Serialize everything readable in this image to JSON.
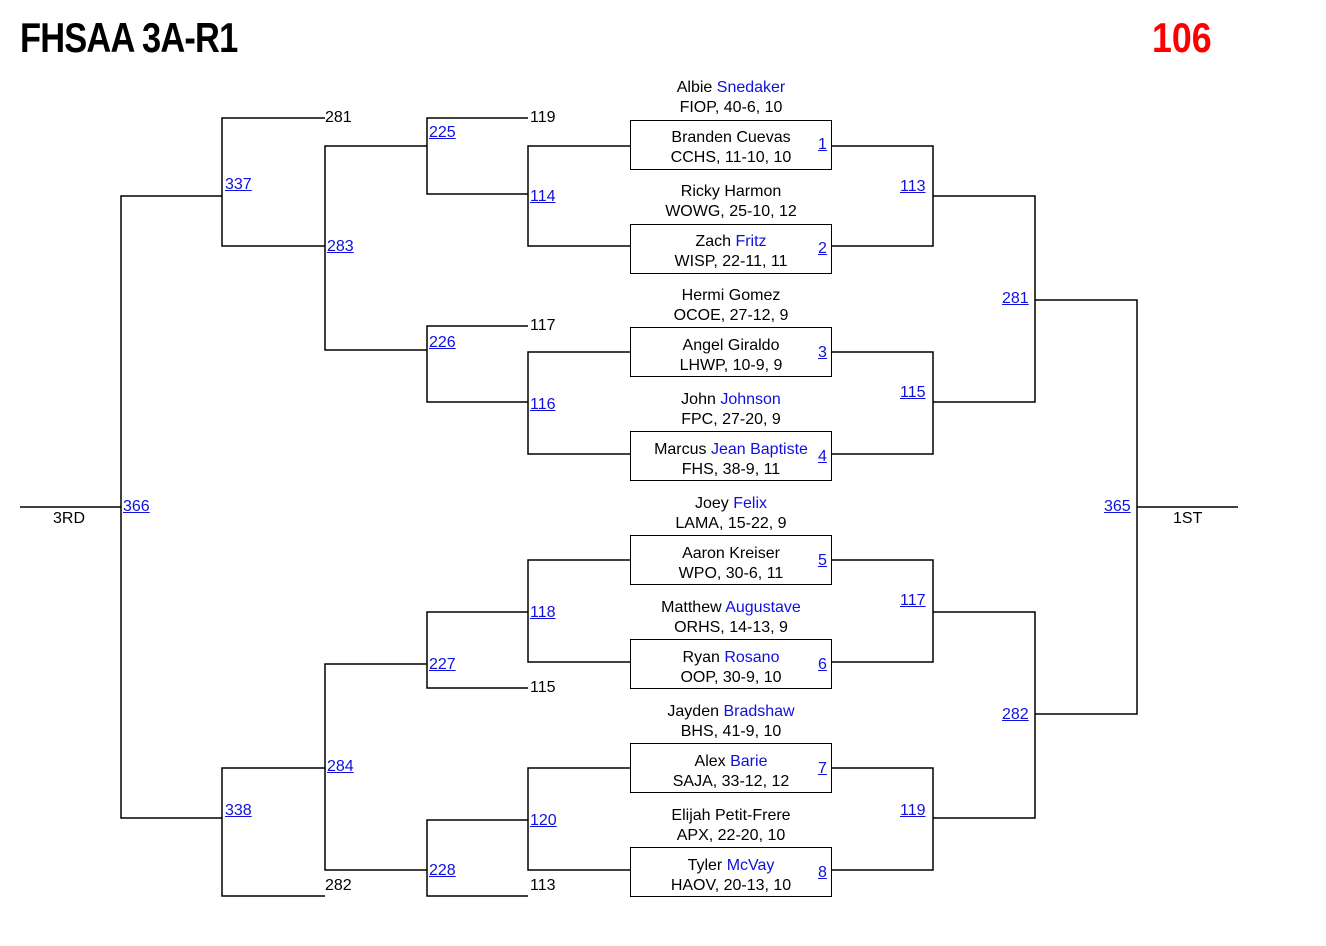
{
  "header": {
    "title": "FHSAA 3A-R1",
    "weight": "106"
  },
  "colors": {
    "title": "#000000",
    "weight": "#ff0000",
    "link": "#1010dd"
  },
  "placements": {
    "third": "3RD",
    "first": "1ST"
  },
  "seeds": [
    {
      "first": "Albie",
      "last": "Snedaker",
      "last_blue": true,
      "info": "FIOP, 40-6, 10"
    },
    {
      "first": "Branden",
      "last": "Cuevas",
      "last_blue": false,
      "info": "CCHS, 11-10, 10"
    },
    {
      "first": "Ricky",
      "last": "Harmon",
      "last_blue": false,
      "info": "WOWG, 25-10, 12"
    },
    {
      "first": "Zach",
      "last": "Fritz",
      "last_blue": true,
      "info": "WISP, 22-11, 11"
    },
    {
      "first": "Hermi",
      "last": "Gomez",
      "last_blue": false,
      "info": "OCOE, 27-12, 9"
    },
    {
      "first": "Angel",
      "last": "Giraldo",
      "last_blue": false,
      "info": "LHWP, 10-9, 9"
    },
    {
      "first": "John",
      "last": "Johnson",
      "last_blue": true,
      "info": "FPC, 27-20, 9"
    },
    {
      "first": "Marcus",
      "last": "Jean Baptiste",
      "last_blue": true,
      "info": "FHS, 38-9, 11"
    },
    {
      "first": "Joey",
      "last": "Felix",
      "last_blue": true,
      "info": "LAMA, 15-22, 9"
    },
    {
      "first": "Aaron",
      "last": "Kreiser",
      "last_blue": false,
      "info": "WPO, 30-6, 11"
    },
    {
      "first": "Matthew",
      "last": "Augustave",
      "last_blue": true,
      "info": "ORHS, 14-13, 9"
    },
    {
      "first": "Ryan",
      "last": "Rosano",
      "last_blue": true,
      "info": "OOP, 30-9, 10"
    },
    {
      "first": "Jayden",
      "last": "Bradshaw",
      "last_blue": true,
      "info": "BHS, 41-9, 10"
    },
    {
      "first": "Alex",
      "last": "Barie",
      "last_blue": true,
      "info": "SAJA, 33-12, 12"
    },
    {
      "first": "Elijah",
      "last": "Petit-Frere",
      "last_blue": false,
      "info": "APX, 22-20, 10"
    },
    {
      "first": "Tyler",
      "last": "McVay",
      "last_blue": true,
      "info": "HAOV, 20-13, 10"
    }
  ],
  "bouts": {
    "r1": [
      "1",
      "2",
      "3",
      "4",
      "5",
      "6",
      "7",
      "8"
    ],
    "qf": [
      "113",
      "115",
      "117",
      "119"
    ],
    "sf": [
      "281",
      "282"
    ],
    "final": "365",
    "cons_r1": [
      "114",
      "116",
      "118",
      "120"
    ],
    "cons_r2": [
      "225",
      "226",
      "227",
      "228"
    ],
    "cons_qf": [
      "283",
      "284"
    ],
    "cons_sf": [
      "337",
      "338"
    ],
    "third_place": "366"
  },
  "drop_labels": {
    "to_225": "119",
    "to_226": "117",
    "to_227": "115",
    "to_228": "113",
    "to_337": "281",
    "to_338": "282"
  }
}
